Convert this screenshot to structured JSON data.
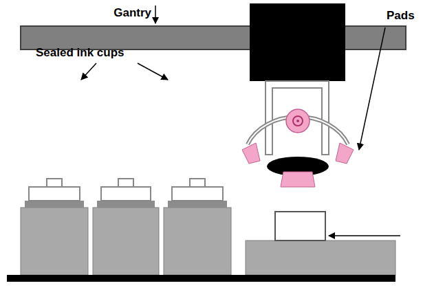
{
  "diagram": {
    "labels": [
      "Gantry",
      "Pads",
      "Sealed ink cups"
    ]
  }
}
